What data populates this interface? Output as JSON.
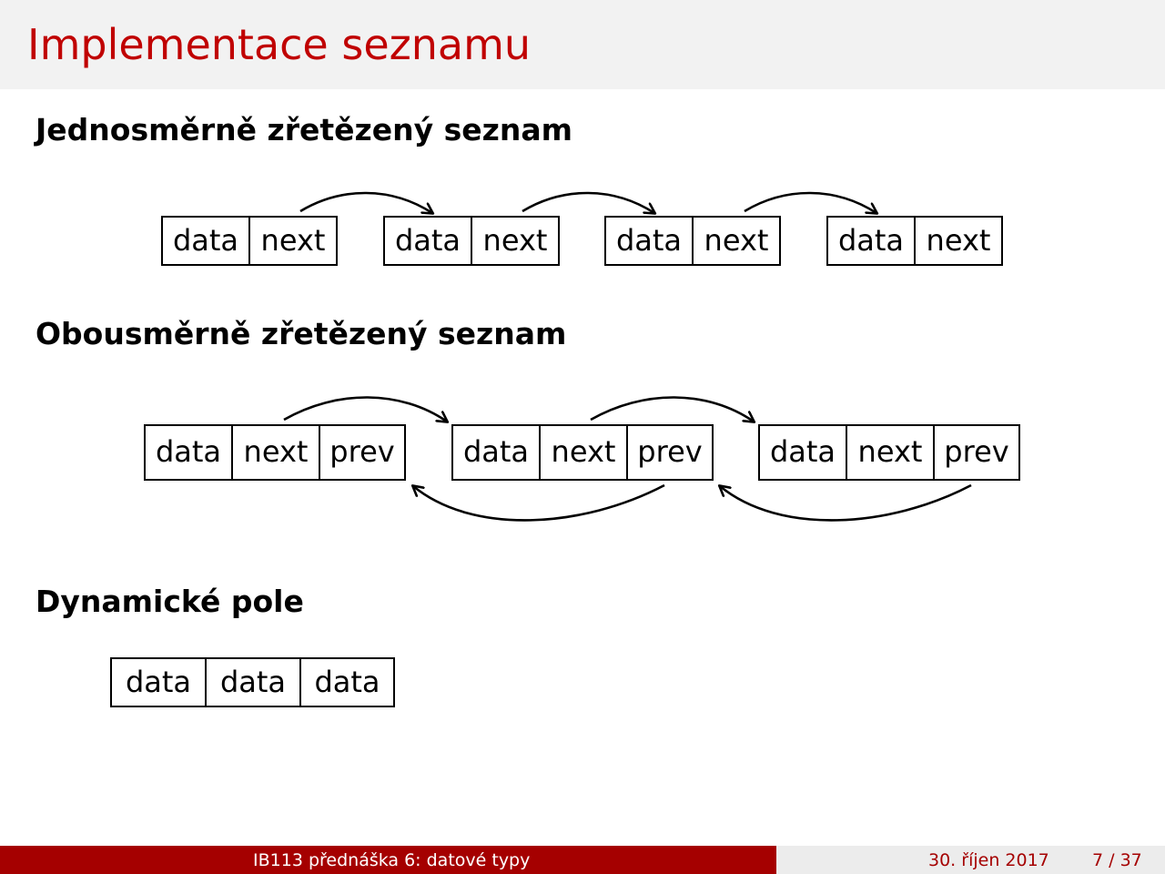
{
  "slide": {
    "title": "Implementace seznamu",
    "sections": [
      {
        "heading": "Jednosměrně zřetězený seznam"
      },
      {
        "heading": "Obousměrně zřetězený seznam"
      },
      {
        "heading": "Dynamické pole"
      }
    ]
  },
  "singly_linked": {
    "nodes": [
      {
        "cells": [
          "data",
          "next"
        ]
      },
      {
        "cells": [
          "data",
          "next"
        ]
      },
      {
        "cells": [
          "data",
          "next"
        ]
      },
      {
        "cells": [
          "data",
          "next"
        ]
      }
    ]
  },
  "doubly_linked": {
    "nodes": [
      {
        "cells": [
          "data",
          "next",
          "prev"
        ]
      },
      {
        "cells": [
          "data",
          "next",
          "prev"
        ]
      },
      {
        "cells": [
          "data",
          "next",
          "prev"
        ]
      }
    ]
  },
  "dynamic_array": {
    "cells": [
      "data",
      "data",
      "data"
    ]
  },
  "footer": {
    "course": "IB113 přednáška 6: datové typy",
    "date": "30. říjen 2017",
    "page": "7 / 37"
  },
  "colors": {
    "title": "#c00000",
    "footer_left_bg": "#a50000",
    "footer_right_bg": "#ececec",
    "title_bar_bg": "#f2f2f2"
  }
}
